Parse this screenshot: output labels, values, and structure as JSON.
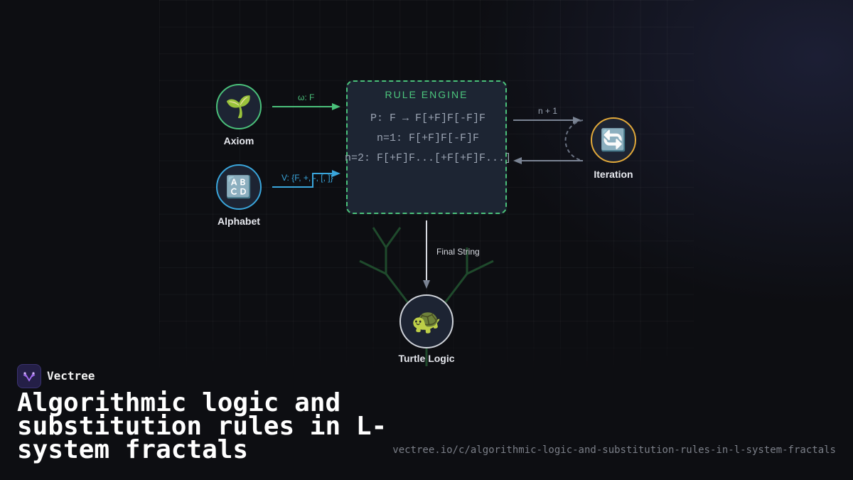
{
  "diagram": {
    "nodes": {
      "axiom": {
        "label": "Axiom",
        "icon": "seedling-icon",
        "glyph": "🌱",
        "color": "#4ac07a"
      },
      "alphabet": {
        "label": "Alphabet",
        "icon": "abcd-icon",
        "glyph": "🔠",
        "color": "#3aa6dc"
      },
      "iteration": {
        "label": "Iteration",
        "icon": "refresh-icon",
        "glyph": "🔄",
        "color": "#e2a93a"
      },
      "turtle": {
        "label": "Turtle Logic",
        "icon": "turtle-icon",
        "glyph": "🐢",
        "color": "#cfd3da"
      }
    },
    "edges": {
      "axiom_to_engine": "ω: F",
      "alphabet_to_engine": "V: {F, +, -, [, ]}",
      "engine_to_iteration": "n + 1",
      "engine_to_turtle": "Final String"
    },
    "rule_engine": {
      "title": "RULE ENGINE",
      "lines": [
        "P: F → F[+F]F[-F]F",
        "n=1: F[+F]F[-F]F",
        "n=2: F[+F]F...[+F[+F]F...]"
      ]
    }
  },
  "branding": {
    "name": "Vectree",
    "headline": "Algorithmic logic and substitution rules in L-system fractals",
    "url": "vectree.io/c/algorithmic-logic-and-substitution-rules-in-l-system-fractals"
  }
}
